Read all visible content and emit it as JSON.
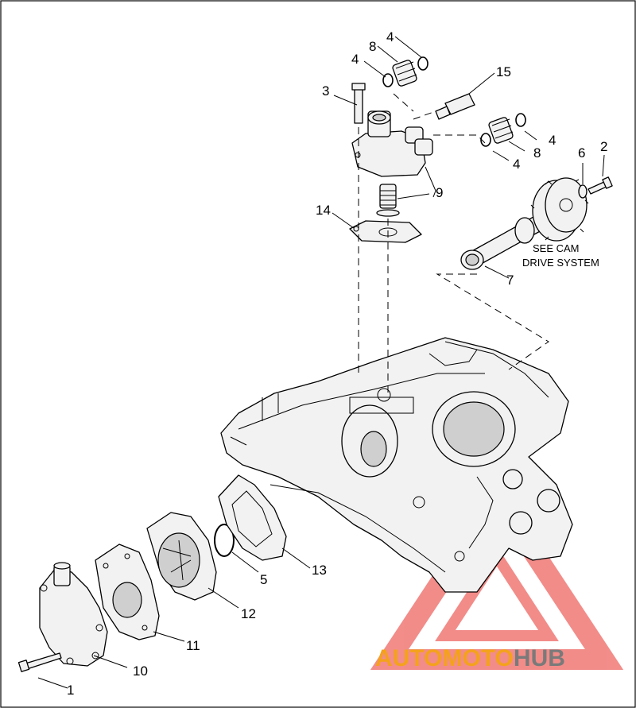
{
  "callouts": {
    "c1": "1",
    "c2": "2",
    "c3": "3",
    "c4a": "4",
    "c4b": "4",
    "c4c": "4",
    "c4d": "4",
    "c5": "5",
    "c6": "6",
    "c7": "7",
    "c8a": "8",
    "c8b": "8",
    "c9": "9",
    "c10": "10",
    "c11": "11",
    "c12": "12",
    "c13": "13",
    "c14": "14",
    "c15": "15"
  },
  "note": {
    "line1": "SEE CAM",
    "line2": "DRIVE SYSTEM"
  },
  "watermark": {
    "part1": "AUTO",
    "part2": "MOTO",
    "part3": "HUB"
  },
  "colors": {
    "watermark_orange": "#f4a21c",
    "watermark_gray": "#7a7a7a",
    "watermark_red": "#e8302a"
  }
}
